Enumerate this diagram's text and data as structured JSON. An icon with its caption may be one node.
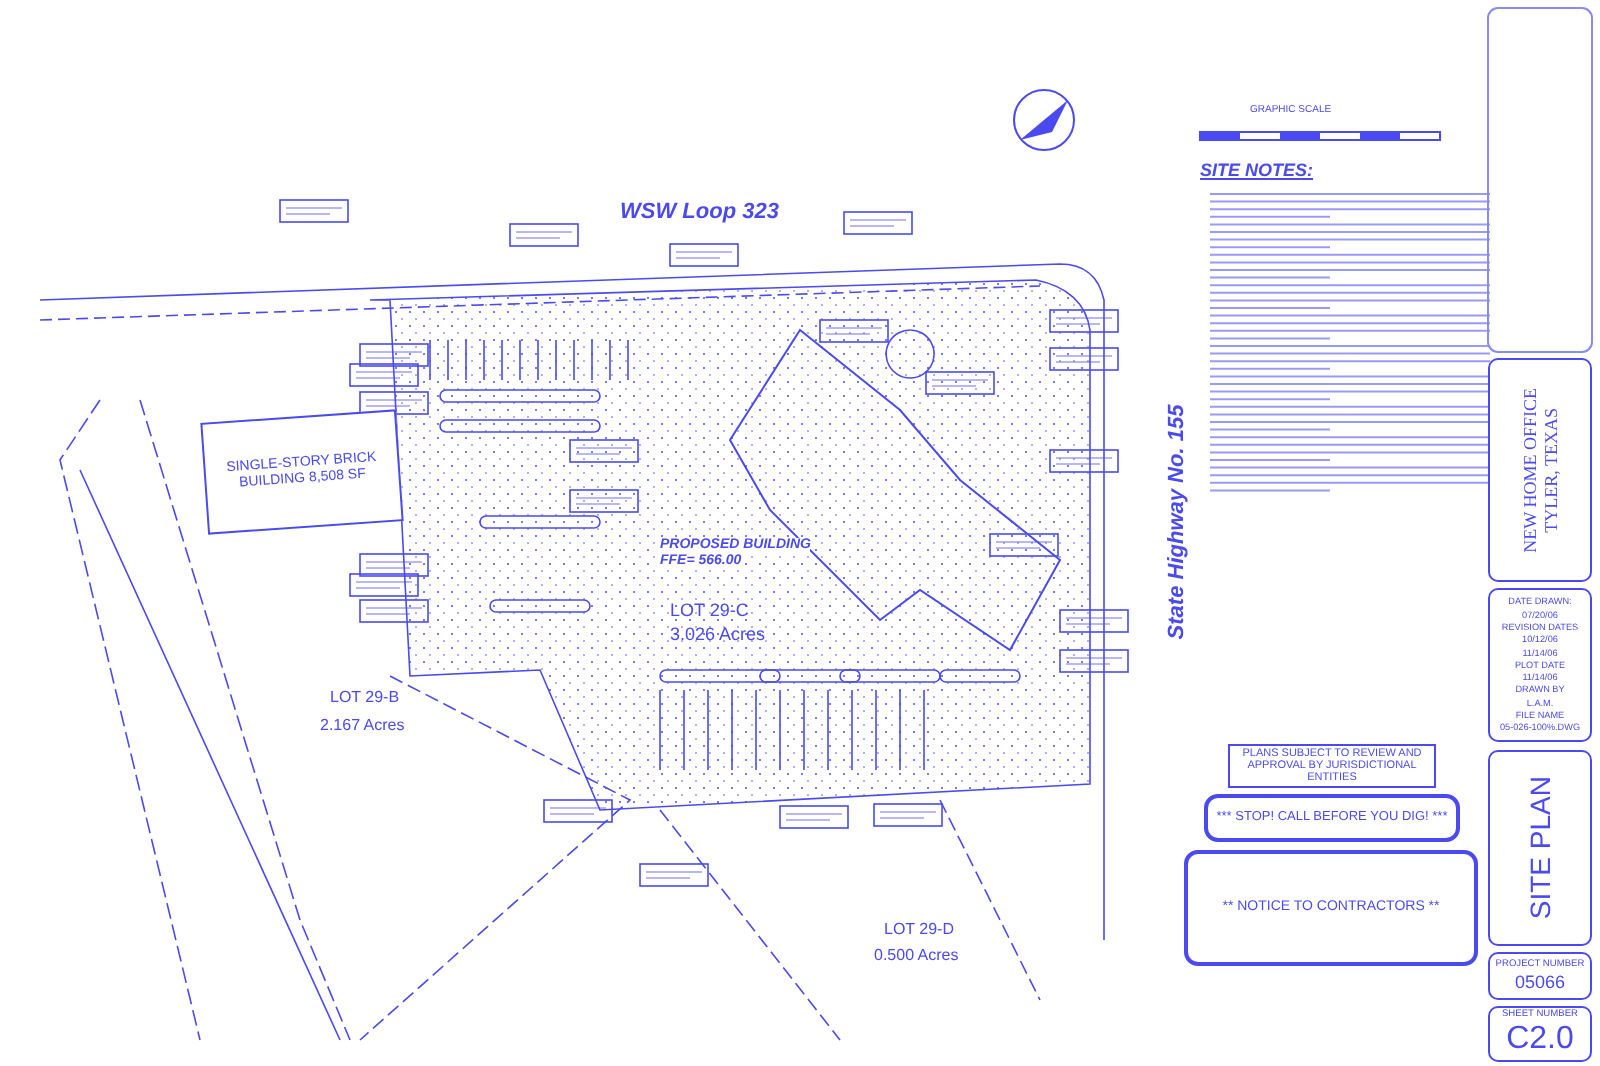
{
  "diagram": {
    "nodes": [
      {
        "text": [
          "SINGLE-STORY BRICK BUILDING 8,508 SF"
        ]
      },
      {
        "text": [
          "PROPOSED BUILDING",
          "FFE= 566.00"
        ]
      },
      {
        "text": [
          "PLANS SUBJECT TO REVIEW AND APPROVAL BY JURISDICTIONAL ENTITIES"
        ]
      },
      {
        "text": [
          "*** STOP! CALL BEFORE YOU DIG! ***"
        ]
      },
      {
        "text": [
          "** NOTICE TO CONTRACTORS **"
        ]
      },
      {
        "text": [
          "NEW HOME OFFICE",
          "TYLER, TEXAS"
        ]
      },
      {
        "text": [
          "DATE DRAWN:",
          "07/20/06",
          "REVISION DATES",
          "10/12/06",
          "11/14/06",
          "PLOT DATE",
          "11/14/06",
          "DRAWN BY",
          "L.A.M.",
          "FILE NAME",
          "05-026-100%.DWG"
        ]
      },
      {
        "text": [
          "SITE PLAN"
        ]
      },
      {
        "text": [
          "PROJECT NUMBER",
          "05066"
        ]
      },
      {
        "text": [
          "SHEET NUMBER",
          "C2.0"
        ]
      }
    ],
    "labels": [
      "GRAPHIC SCALE",
      "SITE NOTES:",
      "WSW Loop 323",
      "State Highway No. 155",
      "LOT 29-C",
      "3.026 Acres",
      "LOT 29-B",
      "2.167 Acres",
      "LOT 29-D",
      "0.500 Acres"
    ]
  }
}
